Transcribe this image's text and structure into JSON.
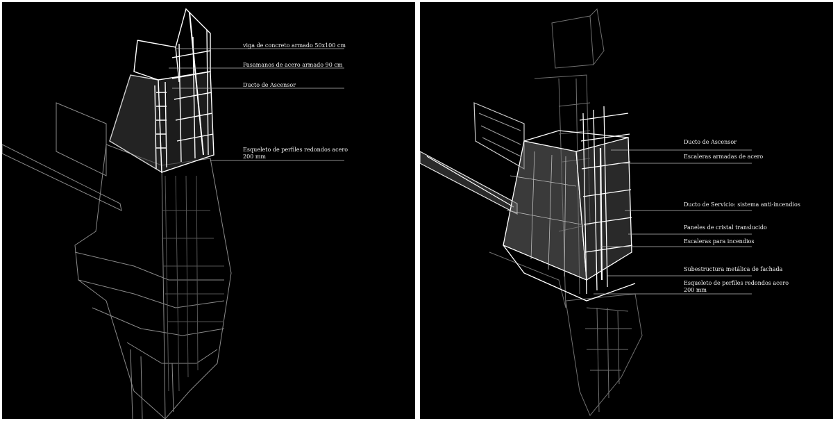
{
  "colors": {
    "background": "#000000",
    "line": "#ffffff",
    "divider": "#ffffff"
  },
  "left_panel": {
    "labels": [
      "viga de concreto armado 50x100 cm",
      "Pasamanos de acero armado 90 cm",
      "Ducto de Ascensor",
      "Esqueleto de perfiles redondos acero 200 mm"
    ]
  },
  "right_panel": {
    "labels": [
      "Ducto de Ascensor",
      "Escaleras armadas de acero",
      "Ducto de Servicio: sistema anti-incendios",
      "Paneles de cristal translucido",
      "Escaleras para incendios",
      "Subestructura metálica de fachada",
      "Esqueleto de perfiles redondos acero 200 mm"
    ]
  }
}
